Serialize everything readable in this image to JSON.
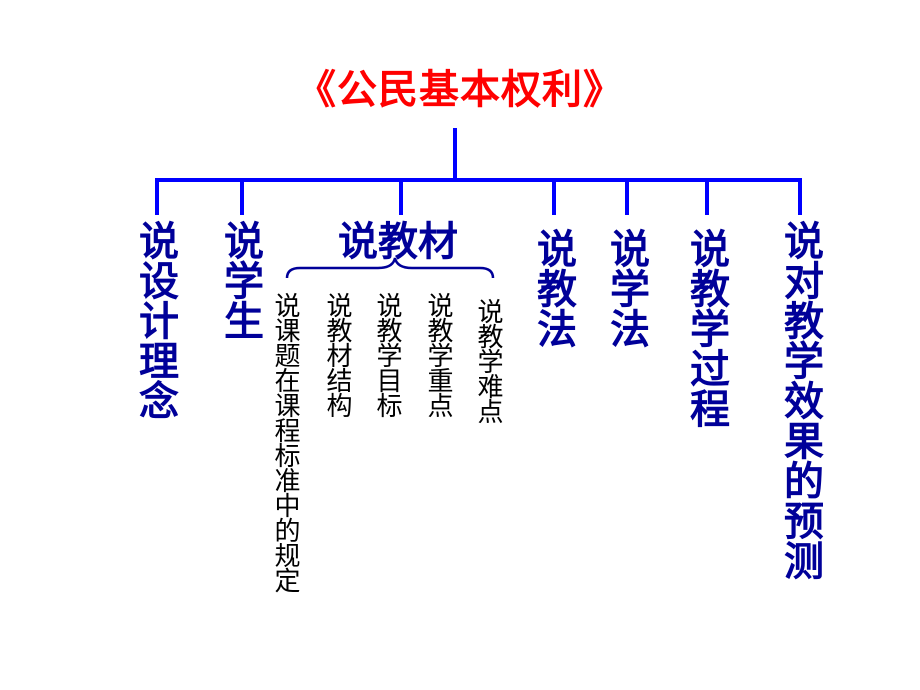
{
  "title": "《公民基本权利》",
  "colors": {
    "title": "#ff0000",
    "branch": "#000099",
    "line": "#0000ff",
    "sub": "#000000"
  },
  "branches": [
    {
      "label": "说设计理念"
    },
    {
      "label": "说学生"
    },
    {
      "label": "说教材",
      "children": [
        "说课题在课程标准中的规定",
        "说教材结构",
        "说教学目标",
        "说教学重点",
        "说教学难点"
      ]
    },
    {
      "label": "说教法"
    },
    {
      "label": "说学法"
    },
    {
      "label": "说教学过程"
    },
    {
      "label": "说对教学效果的预测"
    }
  ]
}
